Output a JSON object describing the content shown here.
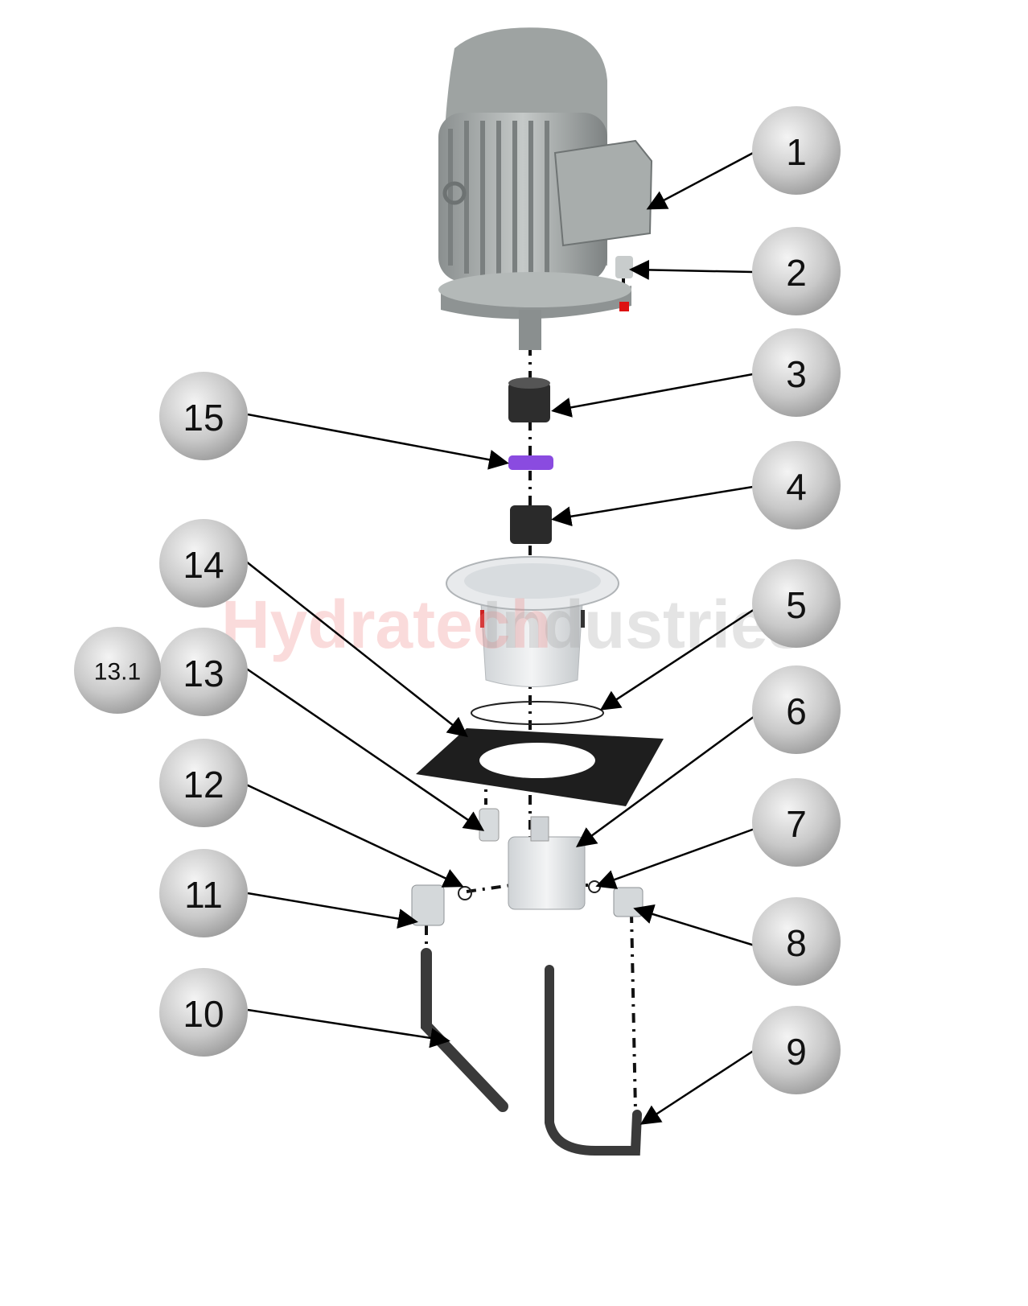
{
  "diagram": {
    "title": "Exploded view of motor-pump assembly",
    "watermark": {
      "part1": "Hydratech",
      "part2": "Industries",
      "color1": "#f08080",
      "color2": "#a0a0a0"
    },
    "callouts": [
      {
        "id": "1",
        "label": "1"
      },
      {
        "id": "2",
        "label": "2"
      },
      {
        "id": "3",
        "label": "3"
      },
      {
        "id": "4",
        "label": "4"
      },
      {
        "id": "5",
        "label": "5"
      },
      {
        "id": "6",
        "label": "6"
      },
      {
        "id": "7",
        "label": "7"
      },
      {
        "id": "8",
        "label": "8"
      },
      {
        "id": "9",
        "label": "9"
      },
      {
        "id": "10",
        "label": "10"
      },
      {
        "id": "11",
        "label": "11"
      },
      {
        "id": "12",
        "label": "12"
      },
      {
        "id": "13",
        "label": "13"
      },
      {
        "id": "13.1",
        "label": "13.1"
      },
      {
        "id": "14",
        "label": "14"
      },
      {
        "id": "15",
        "label": "15"
      }
    ]
  }
}
